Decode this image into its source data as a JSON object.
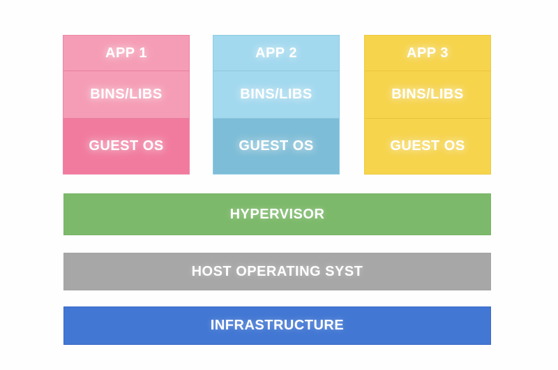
{
  "diagram": {
    "background": "#fefefe",
    "text_color": "#ffffff",
    "stacks": [
      {
        "name": "vm-1",
        "rows": {
          "app": "APP 1",
          "bins": "BINS/LIBS",
          "os": "GUEST OS"
        },
        "colors": {
          "light": "#f59db6",
          "dark": "#f17b9f",
          "border": "#ee86a5",
          "divider": "#e87ca0"
        }
      },
      {
        "name": "vm-2",
        "rows": {
          "app": "APP 2",
          "bins": "BINS/LIBS",
          "os": "GUEST OS"
        },
        "colors": {
          "light": "#a2d9ef",
          "dark": "#7dbdd7",
          "border": "#8fcbe2",
          "divider": "#8ec6dd"
        }
      },
      {
        "name": "vm-3",
        "rows": {
          "app": "APP 3",
          "bins": "BINS/LIBS",
          "os": "GUEST OS"
        },
        "colors": {
          "light": "#f6d44b",
          "dark": "#f6d44b",
          "border": "#edc93f",
          "divider": "#e9c53d"
        }
      }
    ],
    "layers": [
      {
        "name": "hypervisor",
        "label": "HYPERVISOR",
        "bg": "#7cb96a",
        "border": "#79b567"
      },
      {
        "name": "host-os",
        "label": "HOST OPERATING SYST",
        "bg": "#a7a7a7",
        "border": "#a3a3a3"
      },
      {
        "name": "infrastructure",
        "label": "INFRASTRUCTURE",
        "bg": "#4277d3",
        "border": "#3b6ac6"
      }
    ]
  }
}
